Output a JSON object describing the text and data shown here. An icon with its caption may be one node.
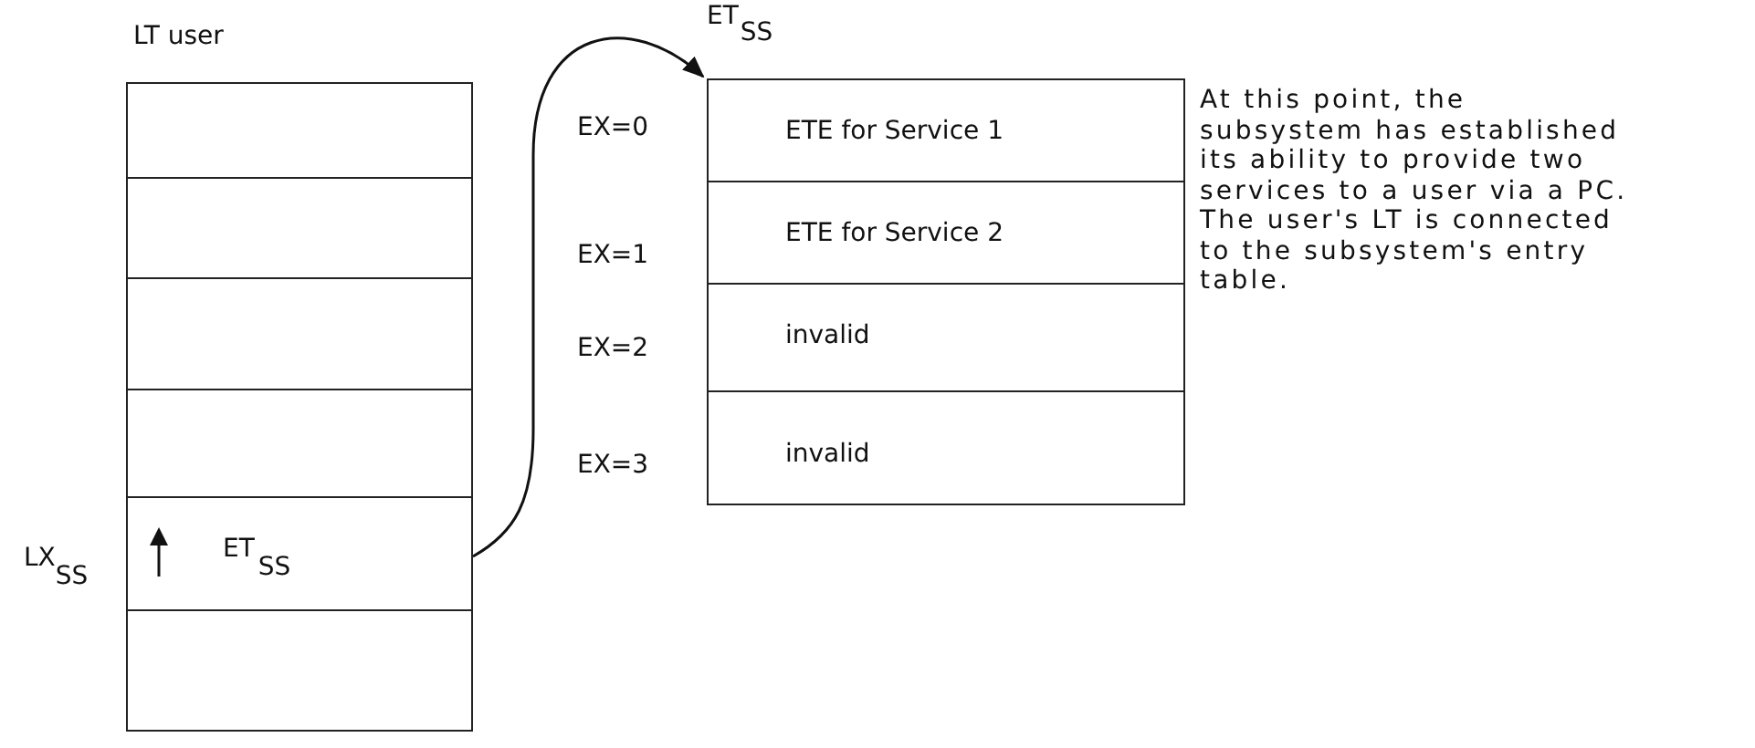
{
  "diagram": {
    "nodes": [
      {
        "text": [
          "LT user"
        ]
      },
      {
        "text": [],
        "shape": "box",
        "in": 0
      },
      {
        "text": [],
        "shape": "box",
        "in": 0
      },
      {
        "text": [],
        "shape": "box",
        "in": 0
      },
      {
        "text": [],
        "shape": "box",
        "in": 0
      },
      {
        "text": [
          "ET$_{SS}$"
        ],
        "in": 0,
        "beside": [
          "LX$_{SS}$"
        ]
      },
      {
        "text": [],
        "shape": "box",
        "in": 0
      },
      {
        "text": [
          "ET$_{SS}$"
        ]
      },
      {
        "text": [
          "ETE for Service 1"
        ],
        "in": 7
      },
      {
        "text": [
          "ETE for Service 2"
        ],
        "in": 7
      },
      {
        "text": [
          "invalid"
        ],
        "in": 7
      },
      {
        "text": [
          "invalid"
        ],
        "in": 7
      }
    ],
    "edges": [
      {
        "from": 5,
        "to": 7,
        "arrow": "to"
      }
    ],
    "labels": [
      "EX=0",
      "EX=1",
      "EX=2",
      "EX=3",
      "At this point, the subsystem has established its ability to provide two services to a user via a PC. The user's LT is connected to the subsystem's entry table."
    ]
  }
}
